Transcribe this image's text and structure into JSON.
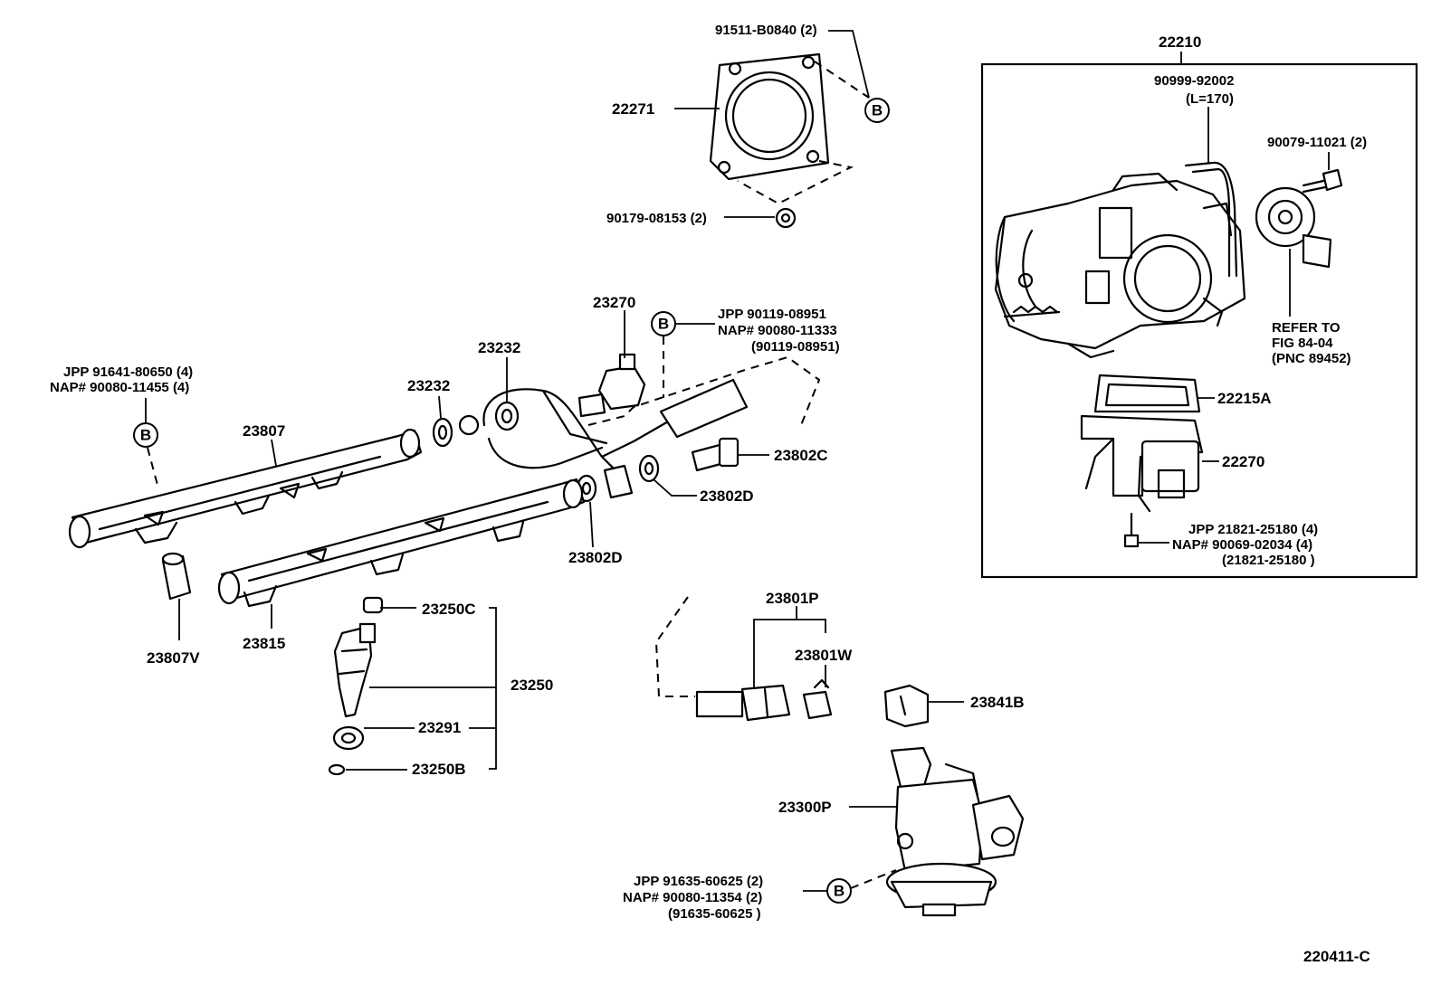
{
  "diagram": {
    "figure_code": "220411-C",
    "assembly_box_label": "22210",
    "callouts": {
      "c_91511": "91511-B0840 (2)",
      "c_22271": "22271",
      "c_90179": "90179-08153 (2)",
      "c_23270": "23270",
      "c_23232a": "23232",
      "c_23232b": "23232",
      "c_jpp_90119": "JPP  90119-08951",
      "c_nap_90080_11333": "NAP# 90080-11333",
      "c_paren_90119": "(90119-08951)",
      "c_jpp_91641": "JPP  91641-80650 (4)",
      "c_nap_90080_11455": "NAP# 90080-11455 (4)",
      "c_23807": "23807",
      "c_23802c": "23802C",
      "c_23802d_a": "23802D",
      "c_23802d_b": "23802D",
      "c_23807v": "23807V",
      "c_23815": "23815",
      "c_23250c": "23250C",
      "c_23250": "23250",
      "c_23291": "23291",
      "c_23250b": "23250B",
      "c_23801p": "23801P",
      "c_23801w": "23801W",
      "c_23841b": "23841B",
      "c_23300p": "23300P",
      "c_jpp_91635": "JPP  91635-60625 (2)",
      "c_nap_90080_11354": "NAP# 90080-11354 (2)",
      "c_paren_91635": "(91635-60625 )",
      "c_90999": "90999-92002",
      "c_l170": "(L=170)",
      "c_90079": "90079-11021 (2)",
      "c_refer": "REFER  TO",
      "c_fig": "FIG  84-04",
      "c_pnc": "(PNC  89452)",
      "c_22215a": "22215A",
      "c_22270": "22270",
      "c_jpp_21821": "JPP  21821-25180 (4)",
      "c_nap_90069": "NAP# 90069-02034 (4)",
      "c_paren_21821": "(21821-25180 )"
    },
    "badge_letter": "B",
    "line_color": "#000000",
    "background": "#ffffff"
  }
}
